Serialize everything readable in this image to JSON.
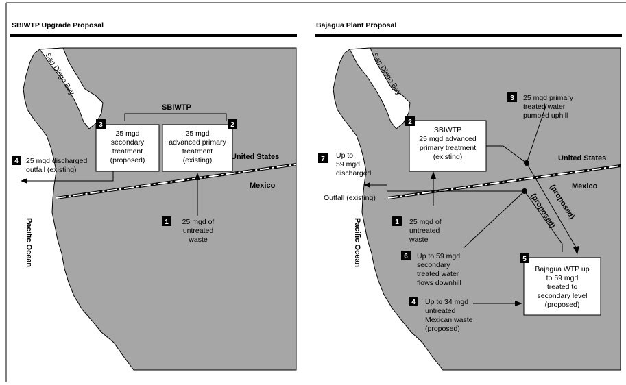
{
  "left_panel": {
    "title": "SBIWTP Upgrade Proposal",
    "bay_label": "San Diego Bay",
    "group_label": "SBIWTP",
    "box3": {
      "num": "3",
      "lines": [
        "25 mgd",
        "secondary",
        "treatment",
        "(proposed)"
      ]
    },
    "box2": {
      "num": "2",
      "lines": [
        "25 mgd",
        "advanced primary",
        "treatment",
        "(existing)"
      ]
    },
    "label4": {
      "num": "4",
      "lines": [
        "25 mgd discharged",
        "outfall (existing)"
      ]
    },
    "label1": {
      "num": "1",
      "lines": [
        "25 mgd of",
        "untreated",
        "waste"
      ]
    },
    "us_label": "United States",
    "mexico_label": "Mexico",
    "ocean_label": "Pacific Ocean"
  },
  "right_panel": {
    "title": "Bajagua Plant Proposal",
    "bay_label": "San Diego Bay",
    "box2": {
      "num": "2",
      "lines": [
        "SBIWTP",
        "25 mgd advanced",
        "primary treatment",
        "(existing)"
      ]
    },
    "label3": {
      "num": "3",
      "lines": [
        "25 mgd primary",
        "treated water",
        "pumped uphill"
      ]
    },
    "label7": {
      "num": "7",
      "lines": [
        "Up to",
        "59 mgd",
        "discharged"
      ]
    },
    "outfall_label": "Outfall (existing)",
    "us_label": "United States",
    "mexico_label": "Mexico",
    "proposed_label_a": "(proposed)",
    "proposed_label_b": "(proposed)",
    "label1": {
      "num": "1",
      "lines": [
        "25 mgd of",
        "untreated",
        "waste"
      ]
    },
    "label6": {
      "num": "6",
      "lines": [
        "Up to 59 mgd",
        "secondary",
        "treated water",
        "flows downhill"
      ]
    },
    "box5": {
      "num": "5",
      "lines": [
        "Bajagua WTP up",
        "to 59 mgd",
        "treated to",
        "secondary level",
        "(proposed)"
      ]
    },
    "label4": {
      "num": "4",
      "lines": [
        "Up to 34 mgd",
        "untreated",
        "Mexican waste",
        "(proposed)"
      ]
    },
    "ocean_label": "Pacific Ocean"
  },
  "colors": {
    "land": "#a6a6a6",
    "water": "#ffffff",
    "border": "#ffffff",
    "ink": "#000000"
  }
}
